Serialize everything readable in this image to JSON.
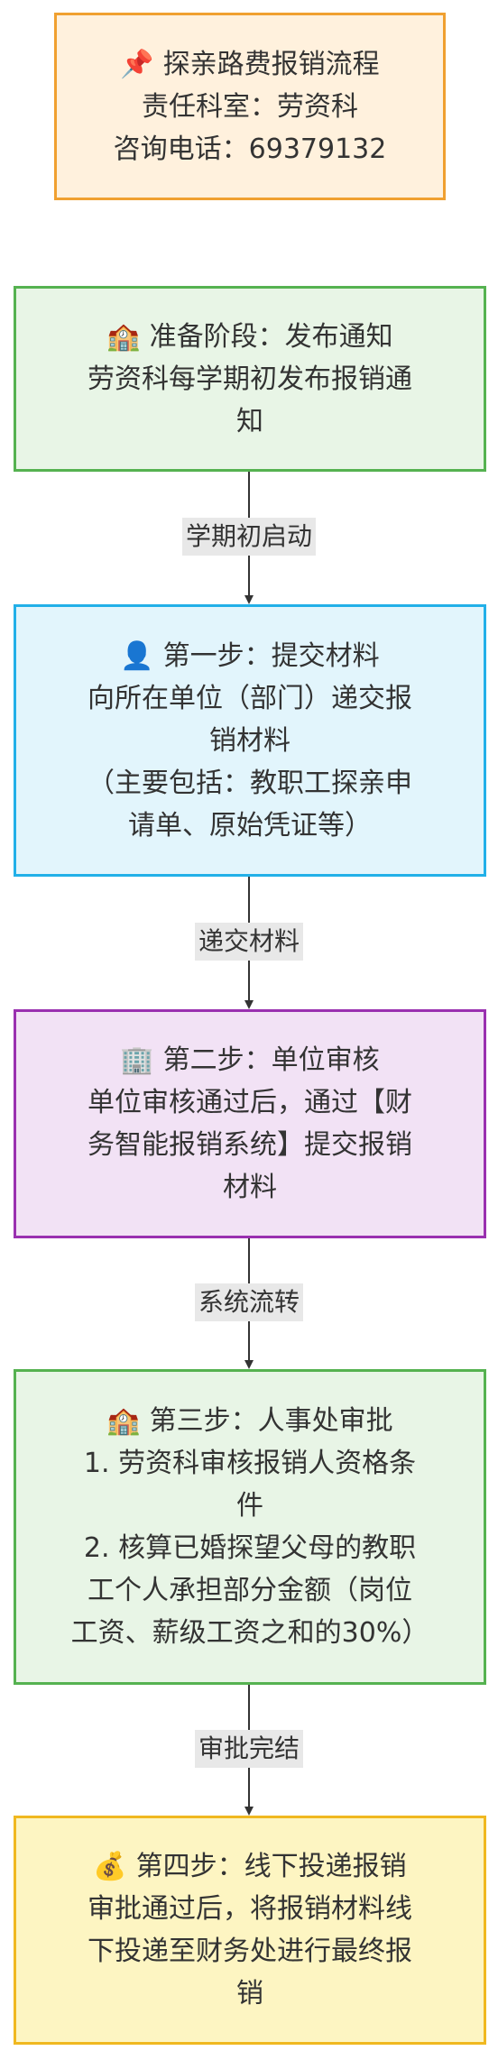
{
  "header": {
    "icon": "📌",
    "icon_name": "pushpin-icon",
    "title": "探亲路费报销流程",
    "dept": "责任科室：劳资科",
    "phone": "咨询电话：69379132",
    "fill": "#fff1dd",
    "border": "#f0a030"
  },
  "prep": {
    "icon": "🏫",
    "icon_name": "school-icon",
    "title": "准备阶段：发布通知",
    "lines": [
      "劳资科每学期初发布报销通",
      "知"
    ],
    "fill": "#e8f5e6",
    "border": "#55b250"
  },
  "step1": {
    "icon": "👤",
    "icon_name": "person-icon",
    "title": "第一步：提交材料",
    "lines": [
      "向所在单位（部门）递交报",
      "销材料",
      "（主要包括：教职工探亲申",
      "请单、原始凭证等）"
    ],
    "fill": "#e2f5fc",
    "border": "#22b0e8"
  },
  "step2": {
    "icon": "🏢",
    "icon_name": "office-building-icon",
    "title": "第二步：单位审核",
    "lines": [
      "单位审核通过后，通过【财",
      "务智能报销系统】提交报销",
      "材料"
    ],
    "fill": "#f2e2f5",
    "border": "#9a30b0"
  },
  "step3": {
    "icon": "🏫",
    "icon_name": "school-icon",
    "title": "第三步：人事处审批",
    "lines": [
      "1. 劳资科审核报销人资格条",
      "件",
      "2. 核算已婚探望父母的教职",
      "工个人承担部分金额（岗位",
      "工资、薪级工资之和的30%）"
    ],
    "fill": "#e8f5e6",
    "border": "#55b250"
  },
  "step4": {
    "icon": "💰",
    "icon_name": "money-bag-icon",
    "title": "第四步：线下投递报销",
    "lines": [
      "审批通过后，将报销材料线",
      "下投递至财务处进行最终报",
      "销"
    ],
    "fill": "#fdf5c2",
    "border": "#f0b820"
  },
  "edges": [
    {
      "label": "学期初启动"
    },
    {
      "label": "递交材料"
    },
    {
      "label": "系统流转"
    },
    {
      "label": "审批完结"
    }
  ]
}
